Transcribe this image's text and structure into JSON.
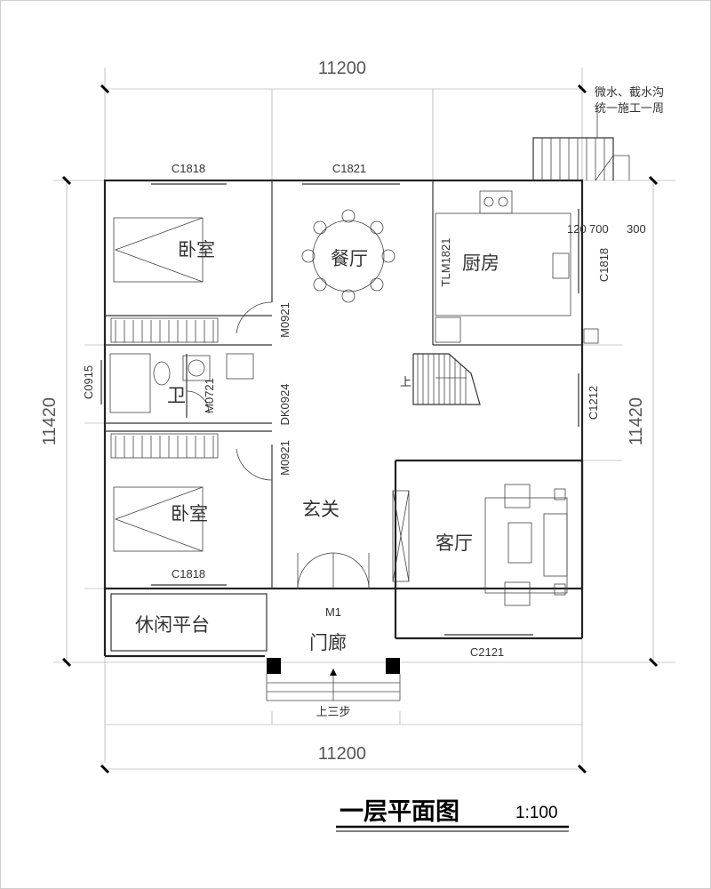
{
  "dimensions": {
    "top": "11200",
    "bottom": "11200",
    "left": "11420",
    "right": "11420",
    "right_small_a": "120",
    "right_small_b": "700",
    "right_small_c": "300"
  },
  "annotation": {
    "line1": "微水、截水沟",
    "line2": "统一施工一周"
  },
  "rooms": {
    "bedroom_top": "卧室",
    "dining": "餐厅",
    "kitchen": "厨房",
    "bathroom": "卫",
    "foyer": "玄关",
    "bedroom_bottom": "卧室",
    "living": "客厅",
    "terrace": "休闲平台",
    "porch": "门廊"
  },
  "codes": {
    "c1818_top": "C1818",
    "c1821": "C1821",
    "tlm1821": "TLM1821",
    "c1818_right": "C1818",
    "m0921_a": "M0921",
    "c0915": "C0915",
    "m0721": "M0721",
    "dk0924": "DK0924",
    "m0921_b": "M0921",
    "c1212": "C1212",
    "c1818_bottom": "C1818",
    "m1": "M1",
    "c2121": "C2121"
  },
  "stairs": {
    "up": "上",
    "up_three_steps": "上三步"
  },
  "title": {
    "text": "一层平面图",
    "scale": "1:100"
  }
}
